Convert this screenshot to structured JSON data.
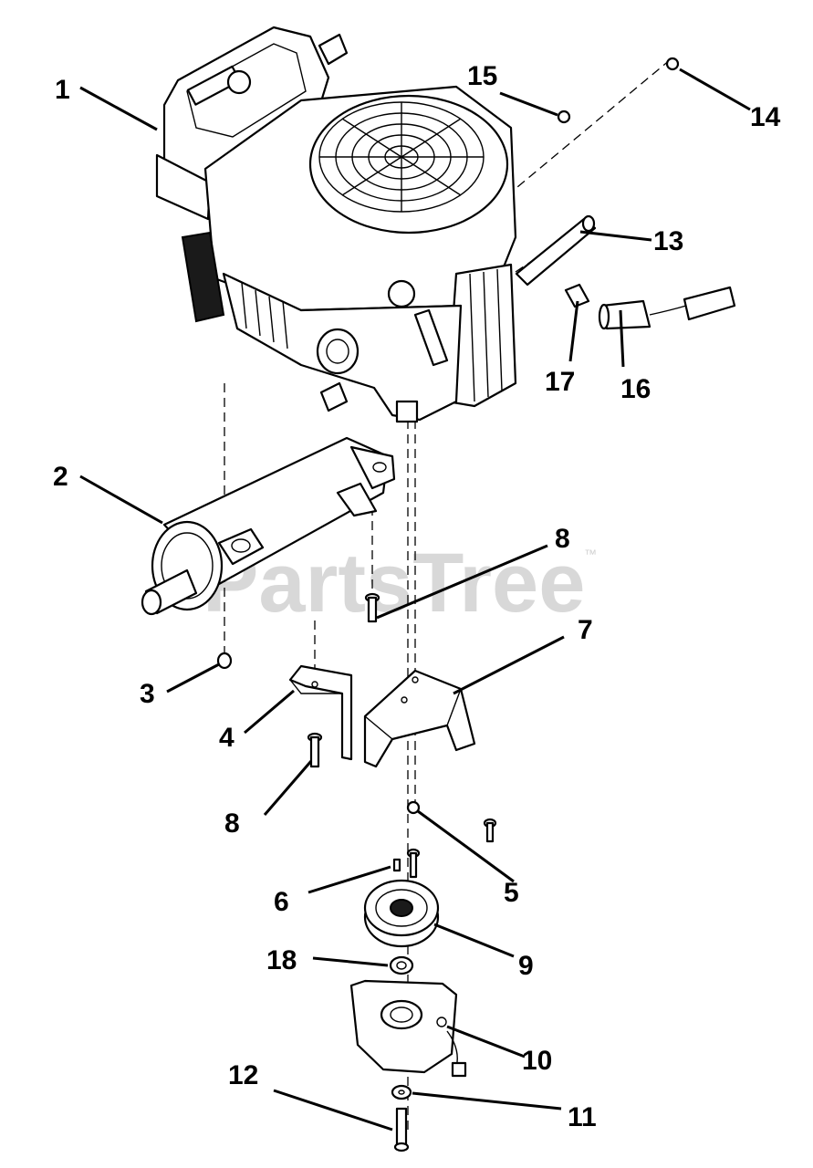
{
  "watermark": {
    "text": "PartsTree",
    "trademark": "™"
  },
  "callouts": [
    {
      "id": "1",
      "label": "1"
    },
    {
      "id": "2",
      "label": "2"
    },
    {
      "id": "3",
      "label": "3"
    },
    {
      "id": "4",
      "label": "4"
    },
    {
      "id": "5",
      "label": "5"
    },
    {
      "id": "6",
      "label": "6"
    },
    {
      "id": "7",
      "label": "7"
    },
    {
      "id": "8a",
      "label": "8"
    },
    {
      "id": "8b",
      "label": "8"
    },
    {
      "id": "9",
      "label": "9"
    },
    {
      "id": "10",
      "label": "10"
    },
    {
      "id": "11",
      "label": "11"
    },
    {
      "id": "12",
      "label": "12"
    },
    {
      "id": "13",
      "label": "13"
    },
    {
      "id": "14",
      "label": "14"
    },
    {
      "id": "15",
      "label": "15"
    },
    {
      "id": "16",
      "label": "16"
    },
    {
      "id": "17",
      "label": "17"
    },
    {
      "id": "18",
      "label": "18"
    }
  ],
  "colors": {
    "line": "#000000",
    "background": "#ffffff",
    "watermark": "#d8d8d8"
  }
}
